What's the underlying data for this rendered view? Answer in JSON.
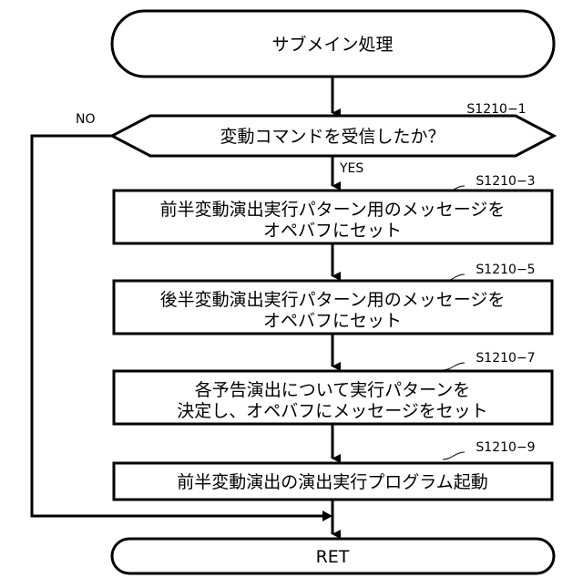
{
  "flowchart": {
    "start": "サブメイン処理",
    "decision": {
      "label": "S1210−1",
      "text": "変動コマンドを受信したか？",
      "yes": "YES",
      "no": "NO"
    },
    "steps": [
      {
        "label": "S1210−3",
        "lines": [
          "前半変動演出実行パターン用のメッセージを",
          "オペバフにセット"
        ]
      },
      {
        "label": "S1210−5",
        "lines": [
          "後半変動演出実行パターン用のメッセージを",
          "オペバフにセット"
        ]
      },
      {
        "label": "S1210−7",
        "lines": [
          "各予告演出について実行パターンを",
          "決定し、オペバフにメッセージをセット"
        ]
      },
      {
        "label": "S1210−9",
        "lines": [
          "前半変動演出の演出実行プログラム起動"
        ]
      }
    ],
    "end": "RET"
  }
}
